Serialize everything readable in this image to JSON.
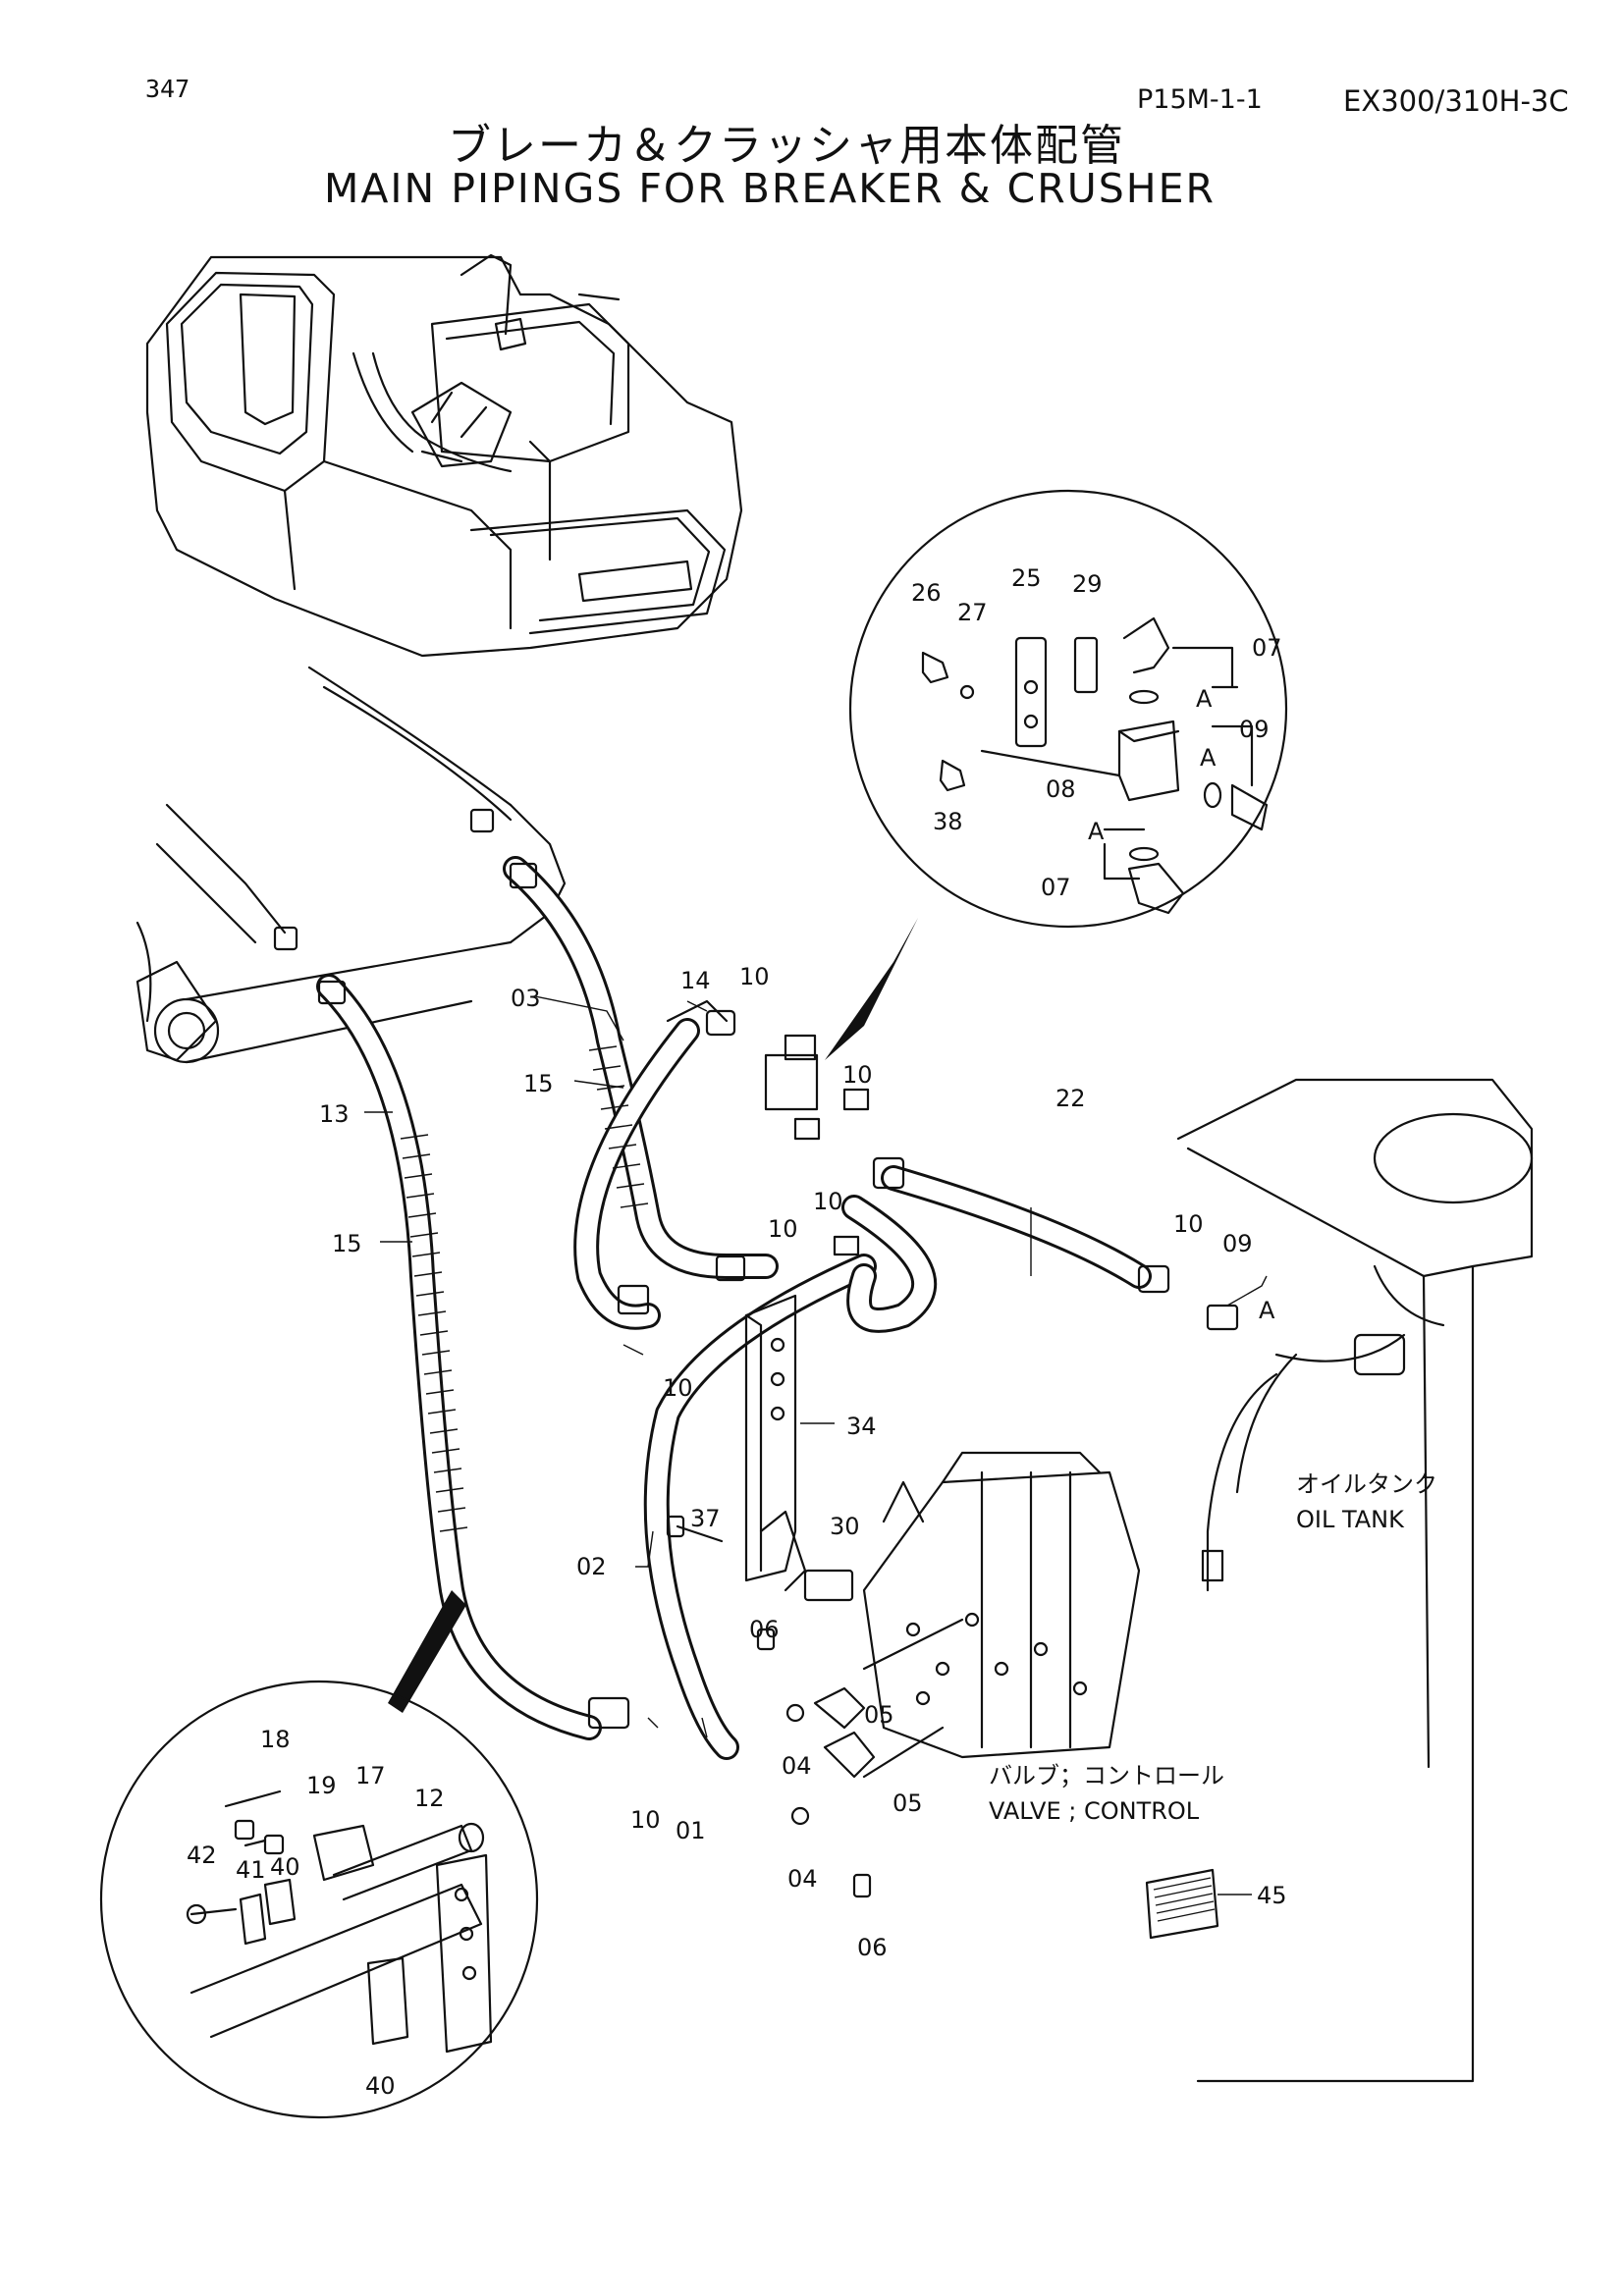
{
  "header": {
    "page_number": "347",
    "figure_code": "P15M-1-1",
    "model": "EX300/310H-3C",
    "title_ja": "ブレーカ＆クラッシャ用本体配管",
    "title_en": "MAIN PIPINGS FOR BREAKER & CRUSHER"
  },
  "labels": {
    "oil_tank_ja": "オイルタンク",
    "oil_tank_en": "OIL TANK",
    "valve_ja": "バルブ；コントロール",
    "valve_en": "VALVE ; CONTROL"
  },
  "part_callouts": {
    "p01": "01",
    "p02": "02",
    "p03": "03",
    "p04a": "04",
    "p04b": "04",
    "p05a": "05",
    "p05b": "05",
    "p06a": "06",
    "p06b": "06",
    "p07a": "07",
    "p07b": "07",
    "p08": "08",
    "p09a": "09",
    "p09b": "09",
    "p10a": "10",
    "p10b": "10",
    "p10c": "10",
    "p10d": "10",
    "p10e": "10",
    "p10f": "10",
    "p10g": "10",
    "p12": "12",
    "p13": "13",
    "p14": "14",
    "p15a": "15",
    "p15b": "15",
    "p17": "17",
    "p18": "18",
    "p19": "19",
    "p22": "22",
    "p25": "25",
    "p26": "26",
    "p27": "27",
    "p29": "29",
    "p30": "30",
    "p34": "34",
    "p37": "37",
    "p38": "38",
    "p40a": "40",
    "p40b": "40",
    "p41": "41",
    "p42": "42",
    "p45": "45",
    "refA1": "A",
    "refA2": "A",
    "refA3": "A",
    "refA4": "A"
  }
}
